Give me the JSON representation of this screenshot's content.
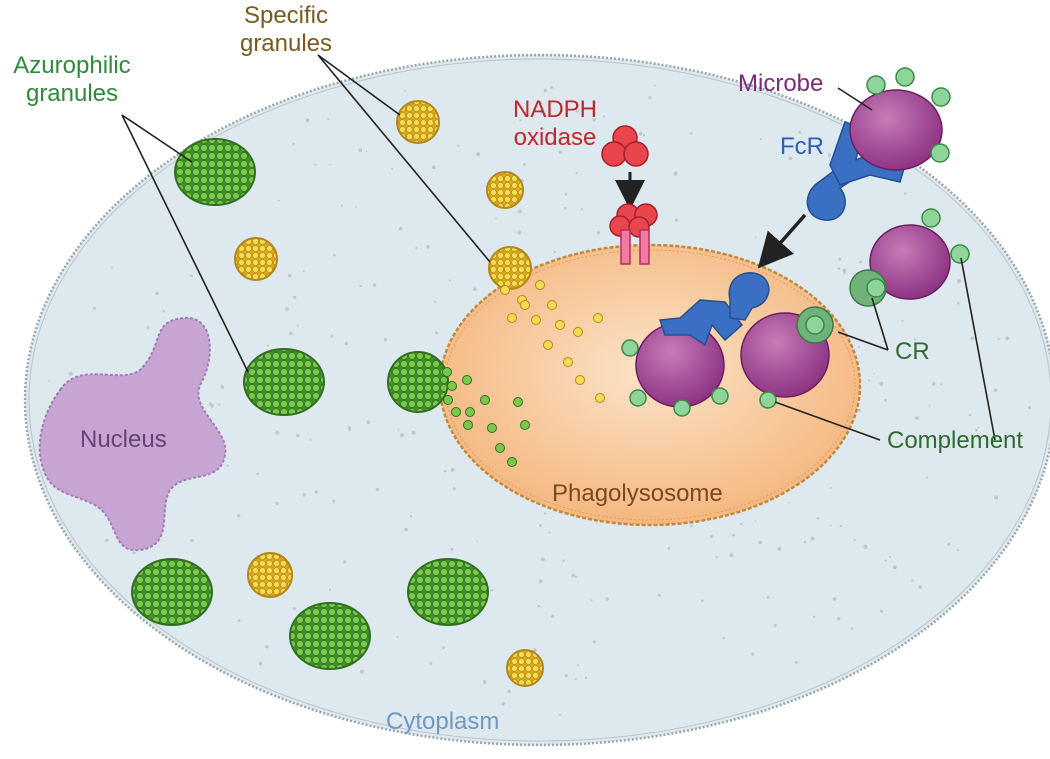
{
  "labels": {
    "azurophilic_line1": "Azurophilic",
    "azurophilic_line2": "granules",
    "specific_line1": "Specific",
    "specific_line2": "granules",
    "nadph_line1": "NADPH",
    "nadph_line2": "oxidase",
    "microbe": "Microbe",
    "fcr": "FcR",
    "cr": "CR",
    "complement": "Complement",
    "nucleus": "Nucleus",
    "phagolysosome": "Phagolysosome",
    "cytoplasm": "Cytoplasm"
  },
  "colors": {
    "azurophilic_text": "#2e8b3a",
    "specific_text": "#7a5a1e",
    "nadph_text": "#c0282d",
    "microbe_text": "#7a2a7a",
    "fcr_text": "#2f5fb0",
    "cr_text": "#2e6b2e",
    "complement_text": "#2e6b2e",
    "nucleus_text": "#6b3f7a",
    "phagolysosome_text": "#7a4a1e",
    "cytoplasm_text": "#6f98c4",
    "cell_fill": "#dbe9ee",
    "phagolysosome_fill": "#f6c79b",
    "nucleus_fill": "#c6a4d1",
    "microbe_fill": "#9b3f8e",
    "receptor_fill": "#3a6fc4",
    "complement_fill": "#8fd49a",
    "azurophilic_fill": "#5fb53b",
    "specific_fill": "#f2d23e",
    "oxidase_fill": "#e63946"
  }
}
